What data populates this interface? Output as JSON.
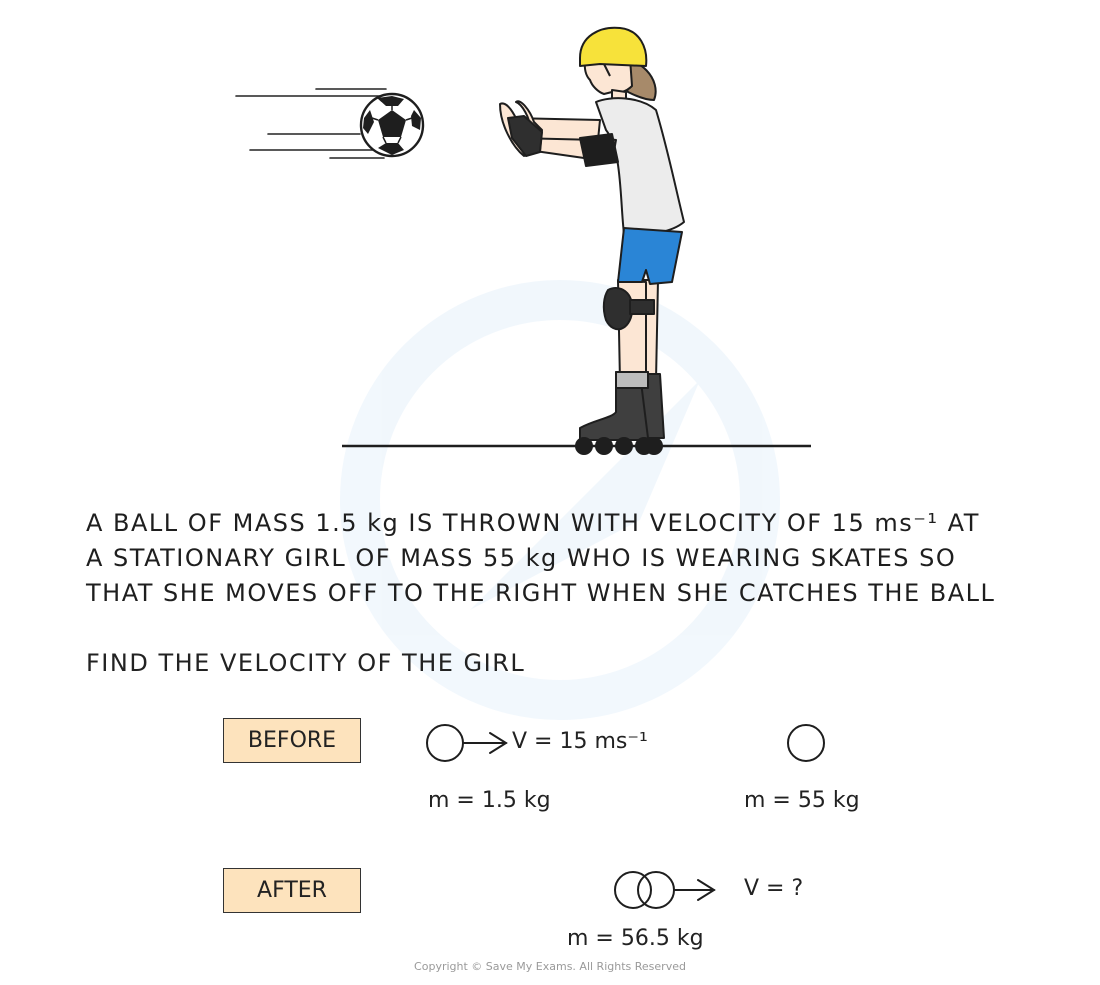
{
  "problem": {
    "lines": [
      "A BALL OF MASS 1.5 kg IS THROWN WITH VELOCITY OF 15 ms⁻¹ AT",
      "A STATIONARY GIRL OF MASS 55 kg WHO IS WEARING SKATES SO",
      "THAT SHE MOVES OFF TO THE RIGHT WHEN SHE CATCHES THE BALL"
    ],
    "question": "FIND THE VELOCITY OF THE GIRL"
  },
  "before": {
    "label": "BEFORE",
    "ball_velocity": "V = 15 ms⁻¹",
    "ball_mass": "m = 1.5 kg",
    "girl_mass": "m = 55 kg"
  },
  "after": {
    "label": "AFTER",
    "velocity": "V = ?",
    "mass": "m = 56.5 kg"
  },
  "copyright": "Copyright © Save My Exams. All Rights Reserved",
  "colors": {
    "label_box": "#fde3bd",
    "helmet": "#f7e23a",
    "shorts": "#2a85d6",
    "shirt": "#ececec",
    "skin": "#fce6d4",
    "hair": "#a78a6a",
    "skate": "#3f3f3f"
  }
}
